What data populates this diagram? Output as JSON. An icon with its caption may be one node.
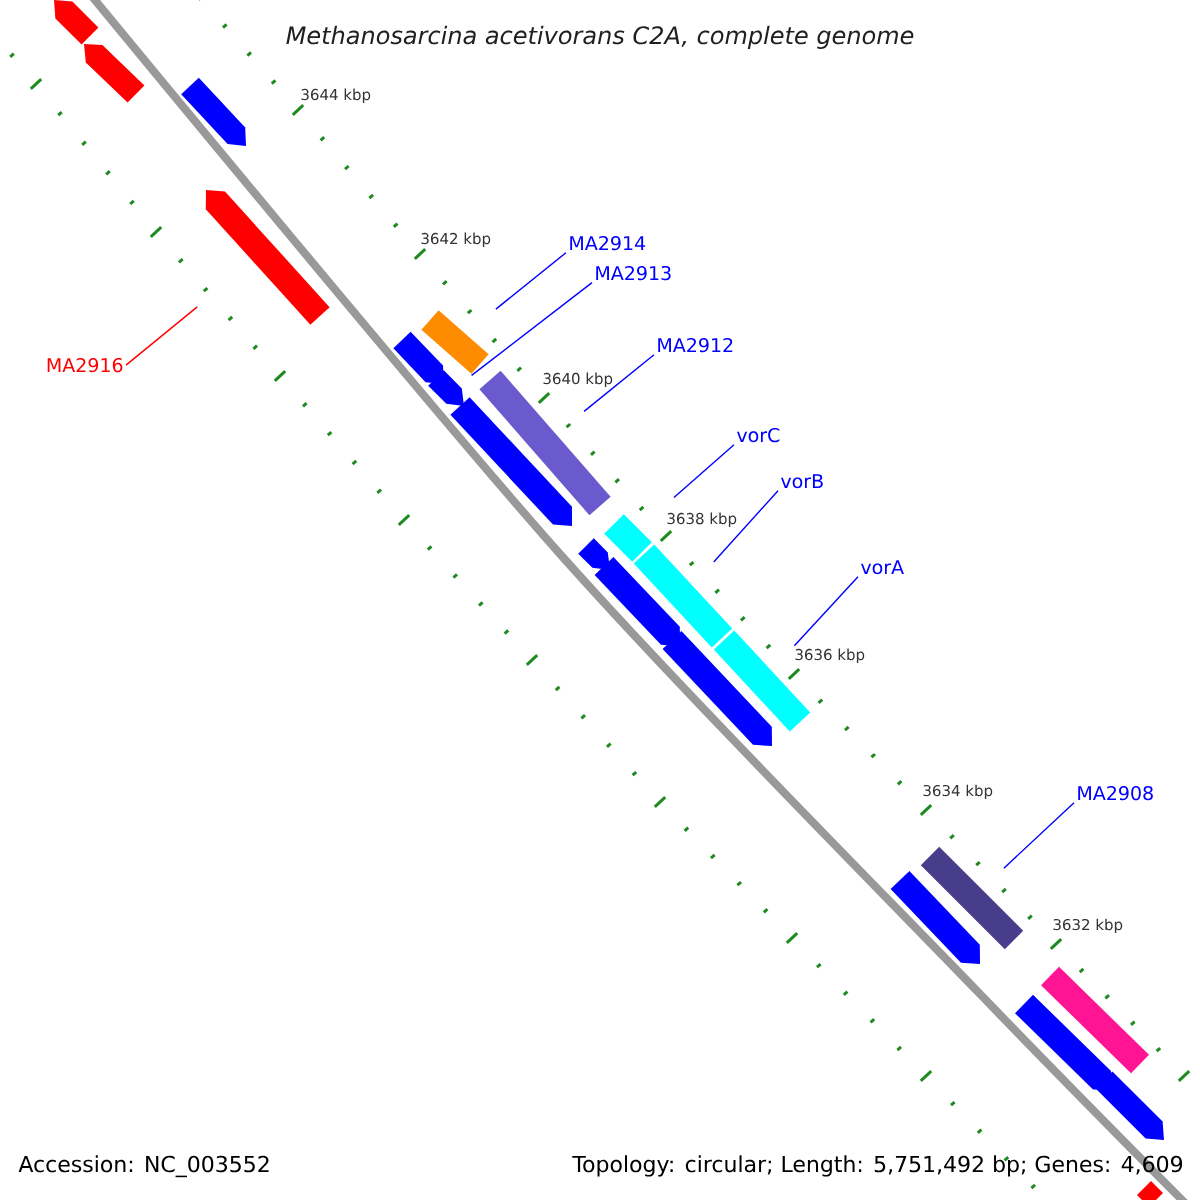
{
  "diagram": {
    "title": "Methanosarcina acetivorans C2A, complete genome",
    "nodes": [
      {
        "text": [
          "MA2914"
        ]
      },
      {
        "text": [
          "MA2913"
        ]
      },
      {
        "text": [
          "MA2912"
        ]
      },
      {
        "text": [
          "MA2916"
        ]
      },
      {
        "text": [
          "vorC"
        ]
      },
      {
        "text": [
          "vorB"
        ]
      },
      {
        "text": [
          "vorA"
        ]
      },
      {
        "text": [
          "MA2908"
        ]
      },
      {
        "text": [],
        "shape": "bar"
      },
      {
        "text": [],
        "shape": "bar"
      },
      {
        "text": [],
        "shape": "bar"
      },
      {
        "text": [],
        "shape": "bar"
      },
      {
        "text": [],
        "shape": "bar"
      },
      {
        "text": [],
        "shape": "bar"
      },
      {
        "text": [],
        "shape": "bar"
      },
      {
        "text": [],
        "shape": "bar"
      },
      {
        "text": [],
        "shape": "bar"
      },
      {
        "text": [],
        "shape": "bar"
      },
      {
        "text": [],
        "shape": "bar"
      },
      {
        "text": [],
        "shape": "bar"
      },
      {
        "text": [],
        "shape": "bar"
      },
      {
        "text": [],
        "shape": "bar"
      },
      {
        "text": [],
        "shape": "bar"
      },
      {
        "text": [],
        "shape": "bar"
      },
      {
        "text": [],
        "shape": "bar"
      },
      {
        "text": [],
        "shape": "bar"
      },
      {
        "text": [],
        "shape": "bar"
      },
      {
        "text": [],
        "shape": "bar"
      },
      {
        "text": [],
        "shape": "bar"
      }
    ],
    "edges": [
      {
        "from": 0,
        "to": 12,
        "arrow": "none"
      },
      {
        "from": 1,
        "to": 14,
        "arrow": "none"
      },
      {
        "from": 2,
        "to": 15,
        "arrow": "none"
      },
      {
        "from": 3,
        "to": 11,
        "arrow": "none",
        "color": "#ff0000"
      },
      {
        "from": 4,
        "to": 17,
        "arrow": "none"
      },
      {
        "from": 5,
        "to": 19,
        "arrow": "none"
      },
      {
        "from": 6,
        "to": 22,
        "arrow": "none"
      },
      {
        "from": 7,
        "to": 23,
        "arrow": "none"
      }
    ],
    "labels": [
      "3644 kbp",
      "3642 kbp",
      "3640 kbp",
      "3638 kbp",
      "3636 kbp",
      "3634 kbp",
      "3632 kbp",
      "Accession: NC_003552",
      "Topology: circular; Length: 5,751,492 bp; Genes: 4,609"
    ]
  }
}
